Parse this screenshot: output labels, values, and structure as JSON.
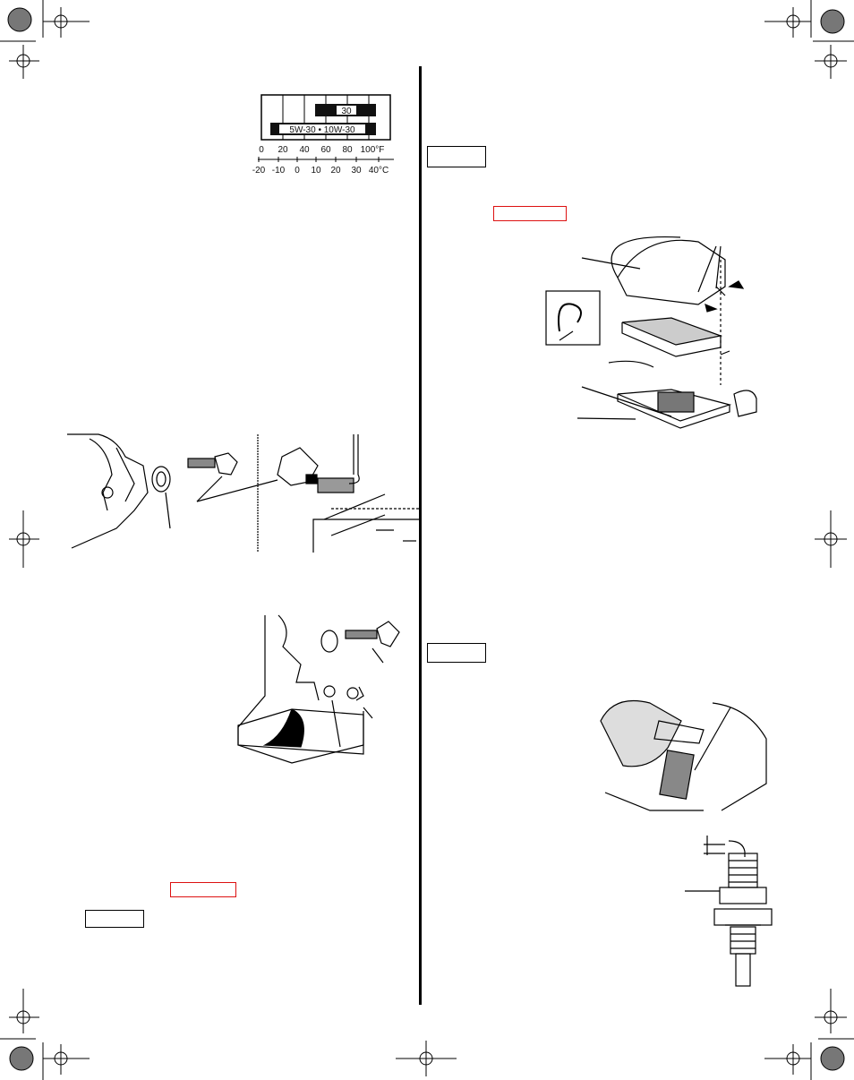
{
  "oil_chart": {
    "bar_30": "30",
    "bar_multigrade": "5W-30 • 10W-30",
    "fahrenheit_ticks": [
      "0",
      "20",
      "40",
      "60",
      "80",
      "100°F"
    ],
    "celsius_ticks": [
      "-20",
      "-10",
      "0",
      "10",
      "20",
      "30",
      "40°C"
    ]
  },
  "boxes": {
    "left_box_red": "",
    "left_box_black": "",
    "right_box_black_1": "",
    "right_box_red": "",
    "right_box_black_2": ""
  }
}
